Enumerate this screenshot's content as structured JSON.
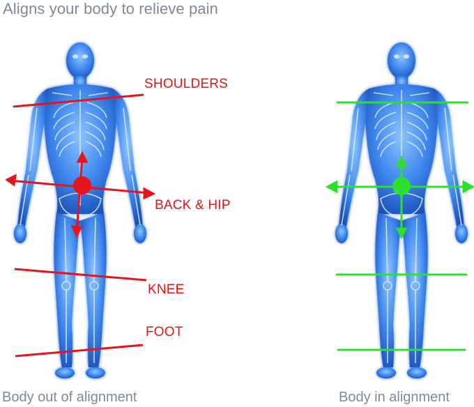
{
  "title": "Aligns your body to relieve pain",
  "left_figure": {
    "caption": "Body out of alignment",
    "labels": {
      "shoulders": "SHOULDERS",
      "back_hip": "BACK & HIP",
      "knee": "KNEE",
      "foot": "FOOT"
    },
    "line_color": "#e8141b"
  },
  "right_figure": {
    "caption": "Body in alignment",
    "line_color": "#2ee02e"
  },
  "colors": {
    "text_muted": "#7d8a96",
    "label_red": "#ee1111",
    "body_blue": "#2f7ee8",
    "bone_white": "#dceeff"
  }
}
